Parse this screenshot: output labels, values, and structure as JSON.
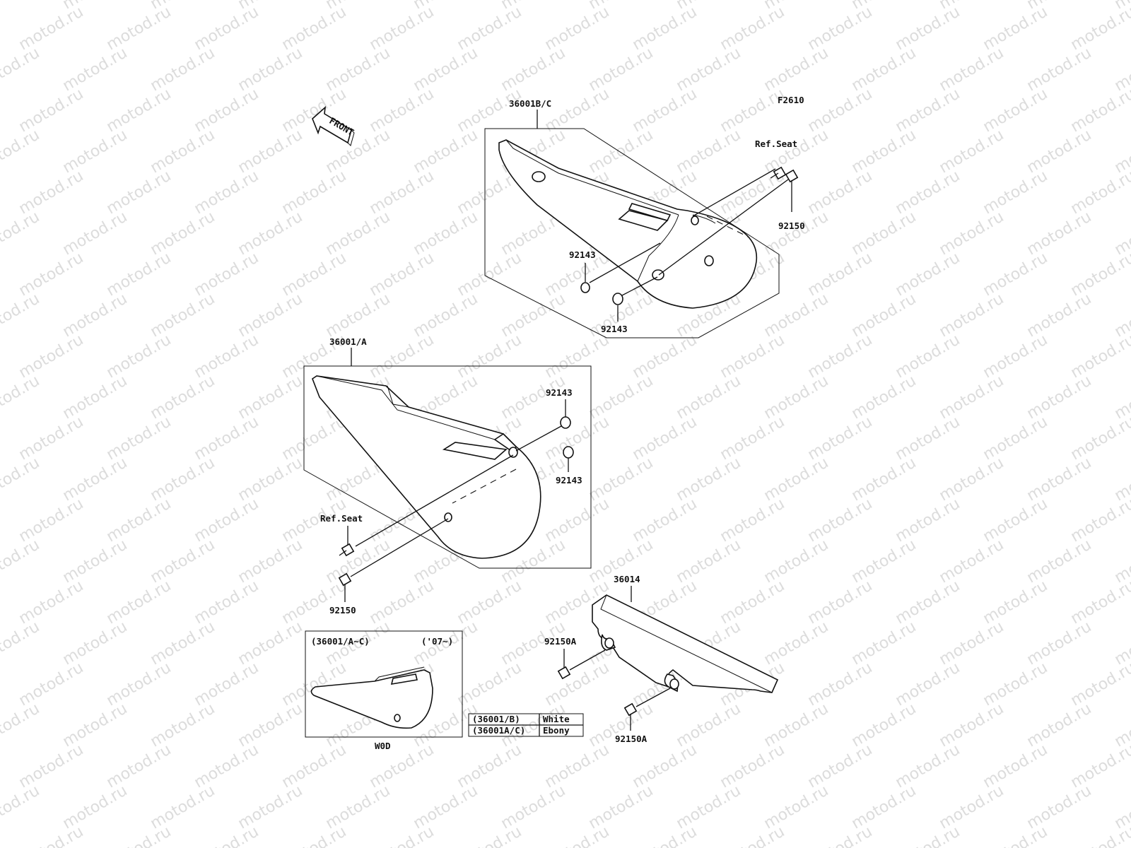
{
  "watermark": "motod.ru",
  "diagram_code": "F2610",
  "front_arrow_label": "FRONT",
  "labels": {
    "cover_bc": "36001B/C",
    "cover_a": "36001/A",
    "chain_guard": "36014",
    "ref_seat_top": "Ref.Seat",
    "ref_seat_left": "Ref.Seat",
    "bolt_top": "92150",
    "bolt_left": "92150",
    "washer_top_1": "92143",
    "washer_top_2": "92143",
    "washer_mid_1": "92143",
    "washer_mid_2": "92143",
    "bolt_a_1": "92150A",
    "bolt_a_2": "92150A"
  },
  "inset": {
    "parts": "(36001/A~C)",
    "years": "('07~)",
    "caption": "W0D"
  },
  "color_table": [
    {
      "part": "(36001/B)",
      "color": "White"
    },
    {
      "part": "(36001A/C)",
      "color": "Ebony"
    }
  ]
}
